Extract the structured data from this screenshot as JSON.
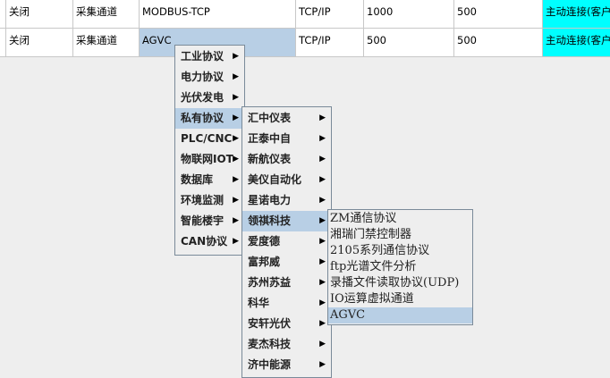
{
  "table": {
    "rows": [
      [
        "关闭",
        "采集通道",
        "MODBUS-TCP",
        "TCP/IP",
        "1000",
        "500",
        "主动连接(客户"
      ],
      [
        "关闭",
        "采集通道",
        "AGVC",
        "TCP/IP",
        "500",
        "500",
        "主动连接(客户"
      ]
    ],
    "highlight_color": "#00ffff",
    "selection_color": "#b8cfe5"
  },
  "menu1": {
    "items": [
      "工业协议",
      "电力协议",
      "光伏发电",
      "私有协议",
      "PLC/CNC",
      "物联网IOT",
      "数据库",
      "环境监测",
      "智能楼宇",
      "CAN协议"
    ]
  },
  "menu2": {
    "items": [
      "汇中仪表",
      "正泰中自",
      "新航仪表",
      "美仪自动化",
      "星诺电力",
      "领祺科技",
      "爱度德",
      "富邦威",
      "苏州苏益",
      "科华",
      "安轩光伏",
      "麦杰科技",
      "济中能源"
    ]
  },
  "menu3": {
    "items": [
      "ZM通信协议",
      "湘瑞门禁控制器",
      "2105系列通信协议",
      "ftp光谱文件分析",
      "录播文件读取协议(UDP)",
      "IO运算虚拟通道",
      "AGVC"
    ]
  },
  "icons": {
    "submenu_arrow": "triangle-right-icon"
  }
}
